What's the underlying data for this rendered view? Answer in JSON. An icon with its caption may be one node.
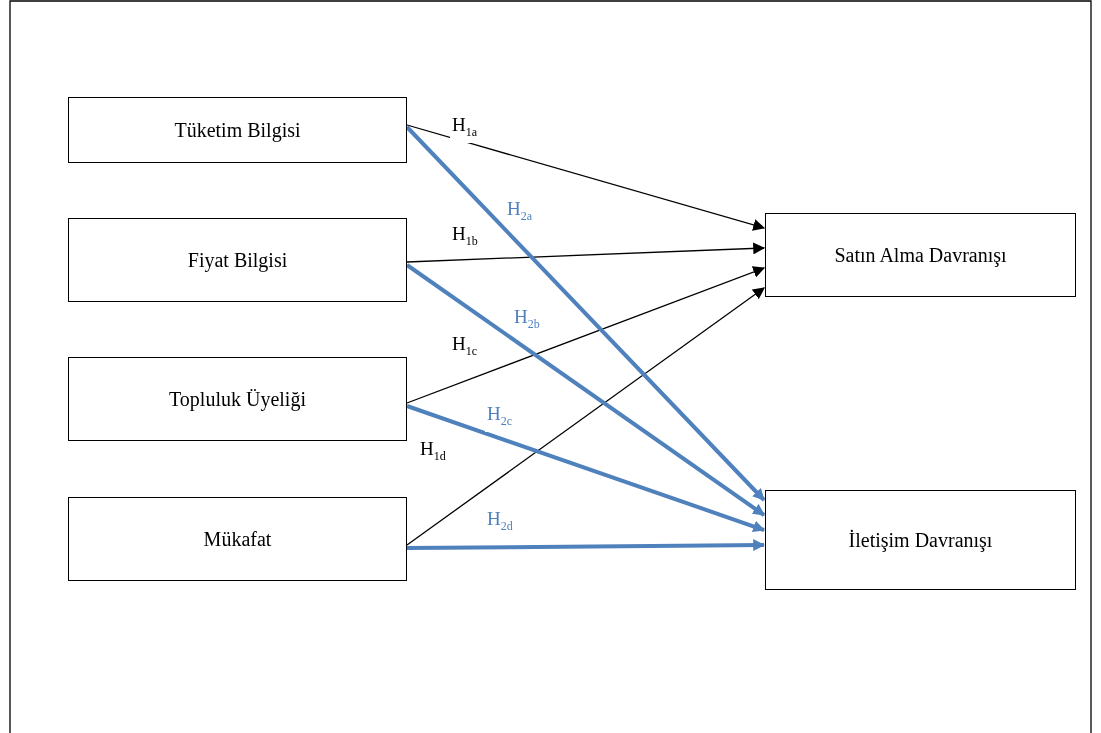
{
  "diagram": {
    "nodes": [
      {
        "text": [
          "Tüketim Bilgisi"
        ]
      },
      {
        "text": [
          "Fiyat Bilgisi"
        ]
      },
      {
        "text": [
          "Topluluk Üyeliği"
        ]
      },
      {
        "text": [
          "Mükafat"
        ]
      },
      {
        "text": [
          "Satın Alma Davranışı"
        ]
      },
      {
        "text": [
          "İletişim Davranışı"
        ]
      }
    ],
    "edges": [
      {
        "from": 0,
        "to": 4,
        "arrow": "to",
        "label": "H$_{1a}$"
      },
      {
        "from": 1,
        "to": 4,
        "arrow": "to",
        "label": "H$_{1b}$"
      },
      {
        "from": 2,
        "to": 4,
        "arrow": "to",
        "label": "H$_{1c}$"
      },
      {
        "from": 3,
        "to": 4,
        "arrow": "to",
        "label": "H$_{1d}$"
      },
      {
        "from": 0,
        "to": 5,
        "arrow": "to",
        "label": "H$_{2a}$",
        "style": "thick",
        "color": "#4f81bd"
      },
      {
        "from": 1,
        "to": 5,
        "arrow": "to",
        "label": "H$_{2b}$",
        "style": "thick",
        "color": "#4f81bd"
      },
      {
        "from": 2,
        "to": 5,
        "arrow": "to",
        "label": "H$_{2c}$",
        "style": "thick",
        "color": "#4f81bd"
      },
      {
        "from": 3,
        "to": 5,
        "arrow": "to",
        "label": "H$_{2d}$",
        "style": "thick",
        "color": "#4f81bd"
      }
    ]
  }
}
